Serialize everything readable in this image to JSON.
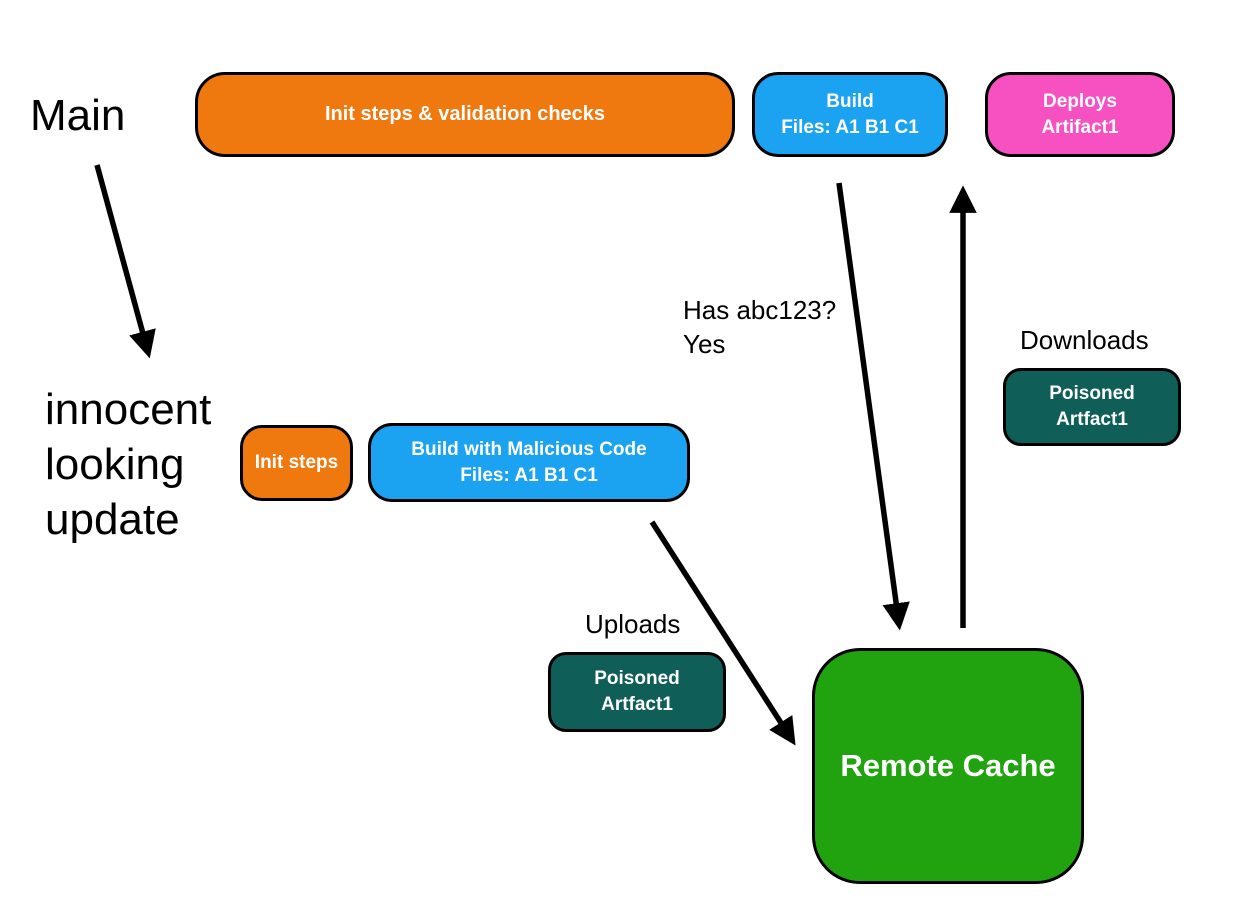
{
  "colors": {
    "orange": "#F0790F",
    "blue": "#1BA2F0",
    "pink": "#F750C0",
    "teal": "#0F5E58",
    "green": "#21A310",
    "arrow": "#000000"
  },
  "labels": {
    "main": "Main",
    "innocent_update": "innocent\nlooking\nupdate",
    "has_abc": "Has abc123?\nYes",
    "uploads": "Uploads",
    "downloads": "Downloads"
  },
  "nodes": {
    "init_validation": {
      "label": "Init steps & validation checks"
    },
    "build_top": {
      "line1": "Build",
      "line2": "Files: A1 B1 C1"
    },
    "deploys": {
      "line1": "Deploys",
      "line2": "Artifact1"
    },
    "init_steps": {
      "label": "Init steps"
    },
    "build_malicious": {
      "line1": "Build with Malicious Code",
      "line2": "Files: A1 B1 C1"
    },
    "poisoned_upload": {
      "line1": "Poisoned",
      "line2": "Artfact1"
    },
    "poisoned_download": {
      "line1": "Poisoned",
      "line2": "Artfact1"
    },
    "remote_cache": {
      "label": "Remote Cache"
    }
  }
}
